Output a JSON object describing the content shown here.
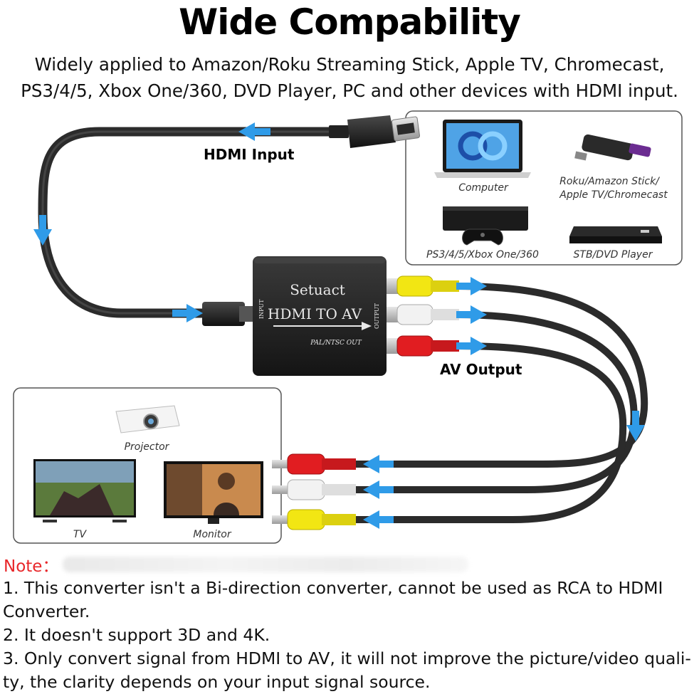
{
  "title": "Wide Compability",
  "subtitle": {
    "line1": "Widely applied to Amazon/Roku Streaming Stick, Apple TV, Chromecast,",
    "line2": "PS3/4/5, Xbox One/360, DVD Player, PC and other devices with HDMI input."
  },
  "diagram": {
    "hdmi_input_label": "HDMI Input",
    "av_output_label": "AV Output",
    "converter": {
      "brand": "Setuact",
      "model": "HDMI  TO  AV",
      "mode": "PAL/NTSC  OUT",
      "port_in": "INPUT",
      "port_out": "OUTPUT"
    },
    "sources": [
      {
        "label": "Computer",
        "icon": "laptop-icon"
      },
      {
        "label_line1": "Roku/Amazon Stick/",
        "label_line2": "Apple TV/Chromecast",
        "icon": "streaming-stick-icon"
      },
      {
        "label": "PS3/4/5/Xbox One/360",
        "icon": "game-console-icon"
      },
      {
        "label": "STB/DVD Player",
        "icon": "dvd-player-icon"
      }
    ],
    "outputs": [
      {
        "label": "Projector",
        "icon": "projector-icon"
      },
      {
        "label": "TV",
        "icon": "tv-icon"
      },
      {
        "label": "Monitor",
        "icon": "monitor-icon"
      }
    ],
    "colors": {
      "arrow": "#2f9be8",
      "rca_yellow": "#f2e613",
      "rca_white": "#f2f2f2",
      "rca_red": "#e11d21",
      "cable": "#2b2b2b",
      "box": "#1c1c1c"
    }
  },
  "note": {
    "heading": "Note：",
    "lines": [
      "1. This converter isn't a Bi-direction converter, cannot be used as RCA to HDMI",
      "Converter.",
      "2. It doesn't support 3D and 4K.",
      "3. Only convert signal from HDMI to AV, it will not improve the picture/video quali-",
      "ty, the clarity depends on your input signal source."
    ]
  }
}
